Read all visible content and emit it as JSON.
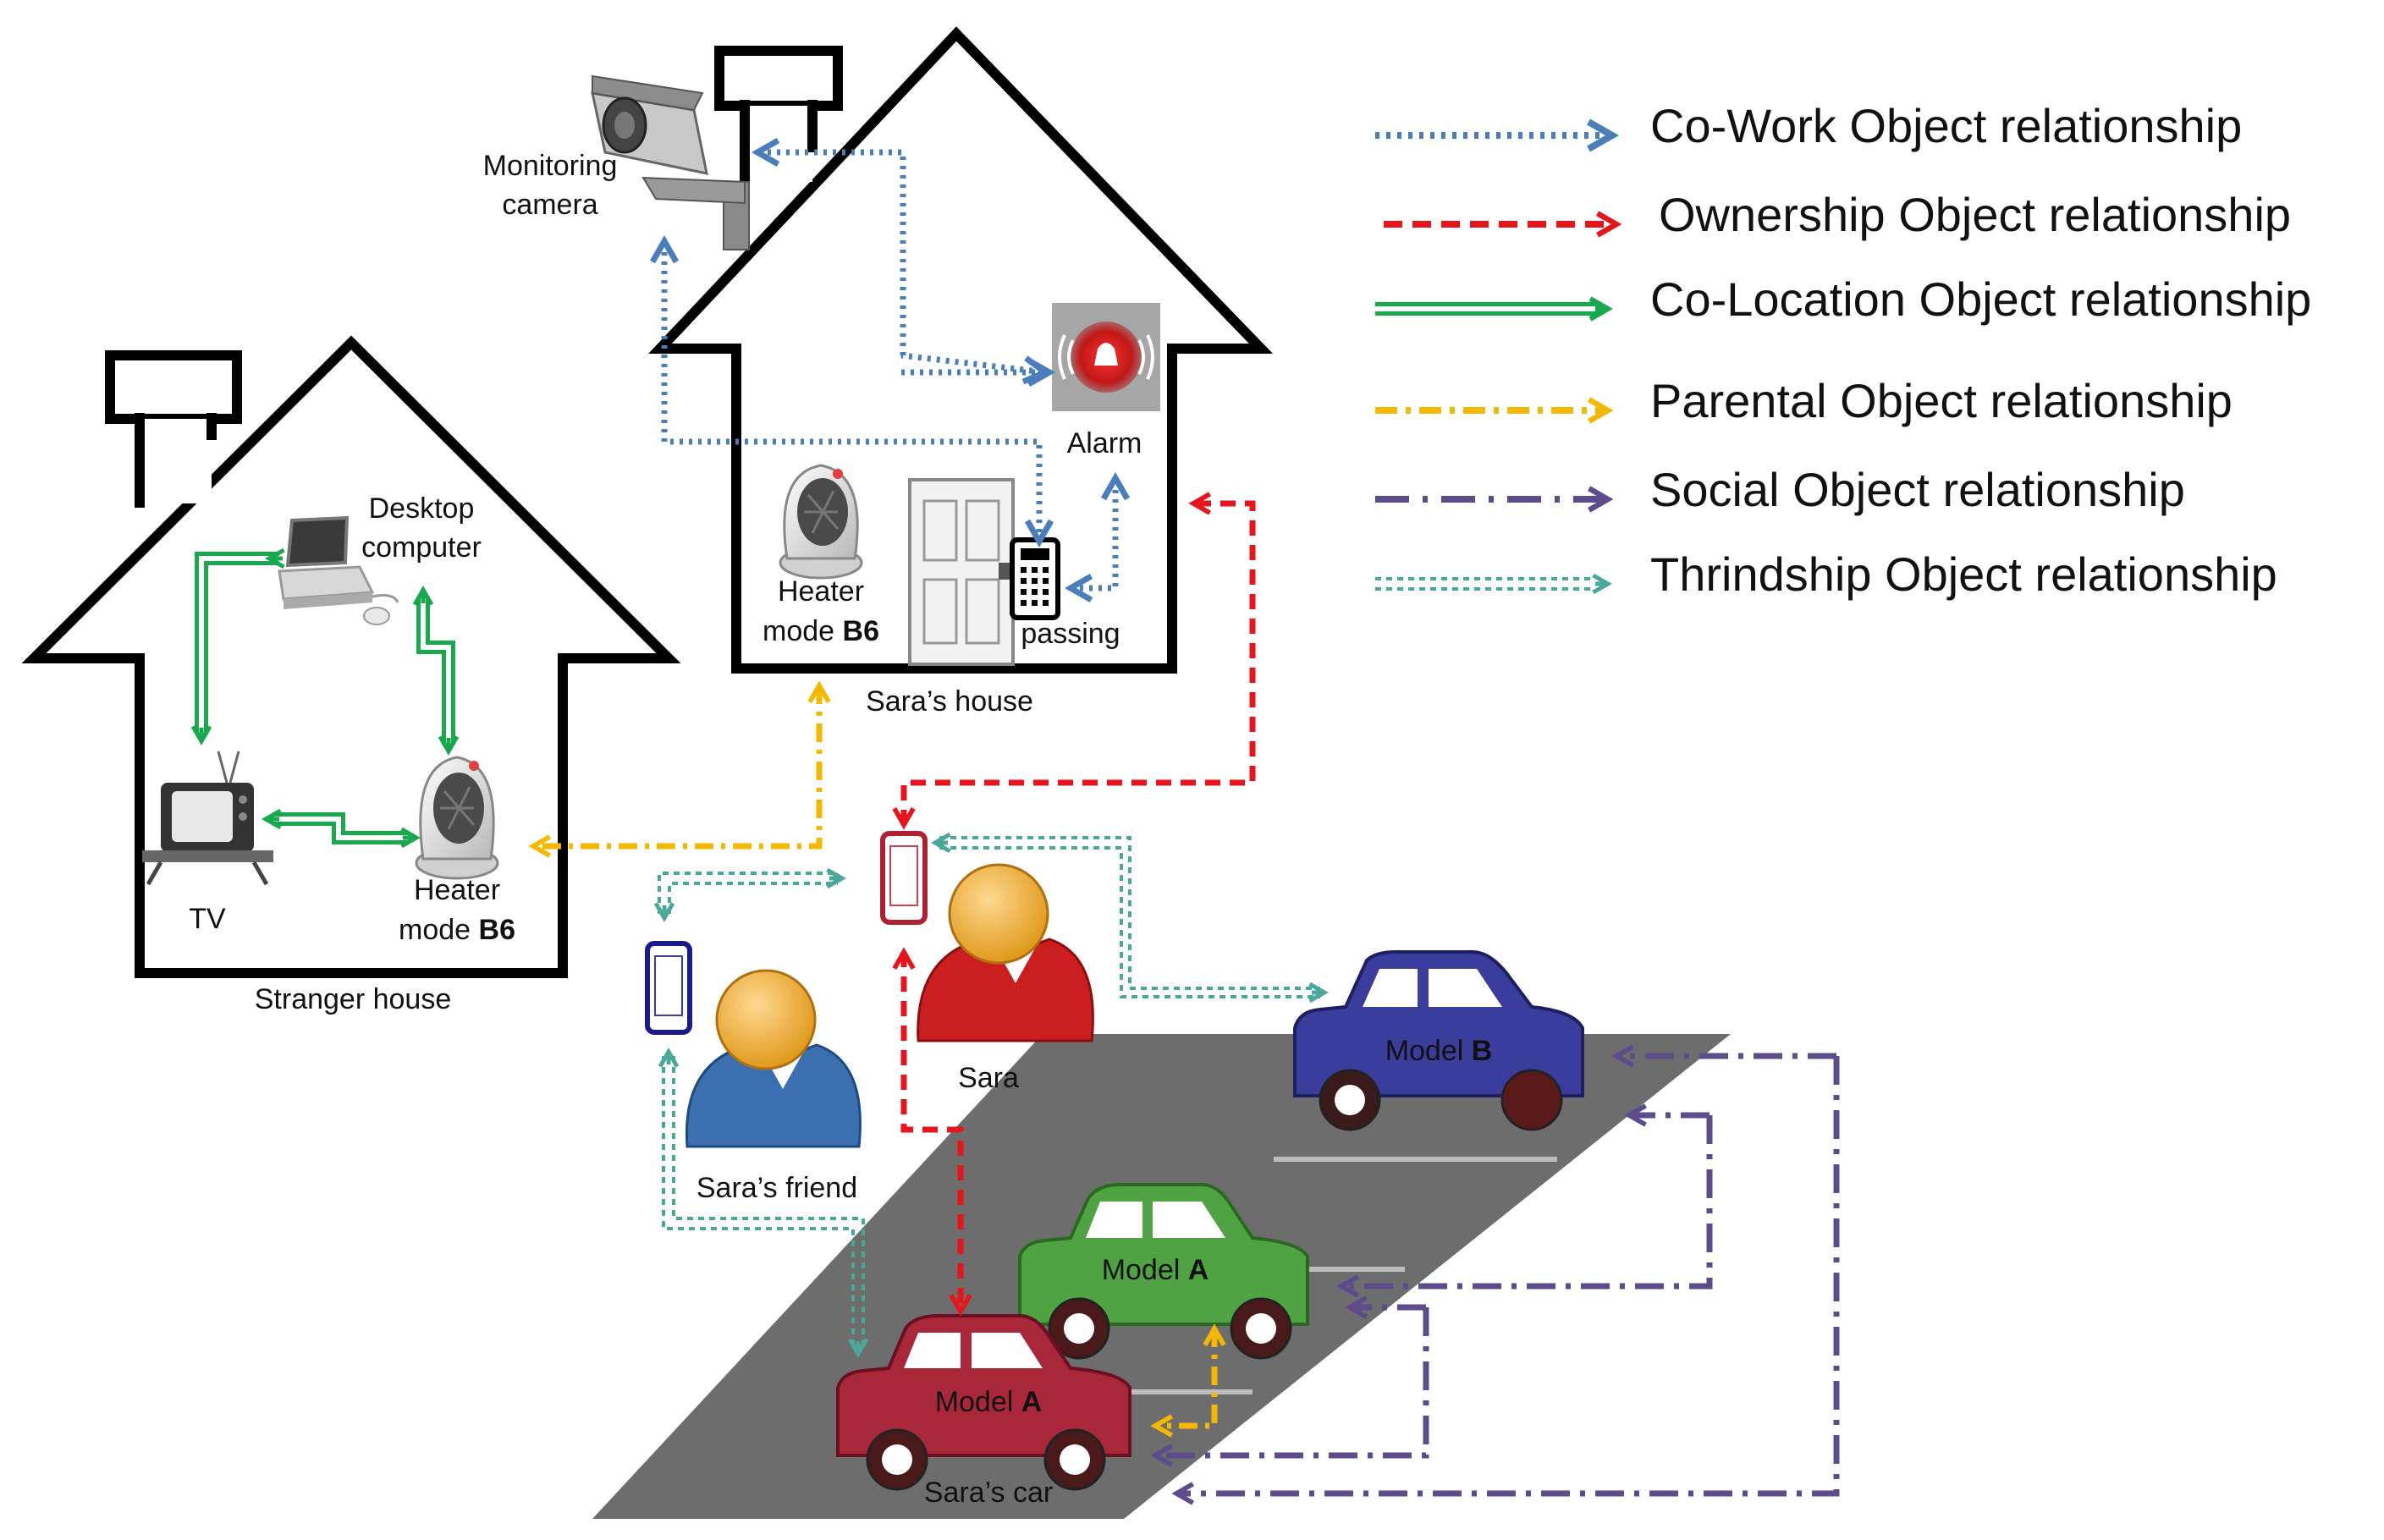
{
  "legend": [
    {
      "label": "Co-Work  Object relationship",
      "color": "#4a7ebb",
      "style": "dotted"
    },
    {
      "label": "Ownership  Object relationship",
      "color": "#e8141b",
      "style": "dashed"
    },
    {
      "label": "Co-Location  Object relationship",
      "color": "#1aa84e",
      "style": "double"
    },
    {
      "label": "Parental Object relationship",
      "color": "#f5b800",
      "style": "dashdot"
    },
    {
      "label": "Social Object relationship",
      "color": "#5e4b8b",
      "style": "dashdotlong"
    },
    {
      "label": "Thrindship Object relationship",
      "color": "#4aa89a",
      "style": "doubledotted"
    }
  ],
  "houses": {
    "stranger": {
      "caption": "Stranger house"
    },
    "sara": {
      "caption": "Sara’s house"
    }
  },
  "devices": {
    "monitoring_camera": {
      "line1": "Monitoring",
      "line2": "camera"
    },
    "alarm": {
      "label": "Alarm"
    },
    "passing": {
      "label": "passing"
    },
    "heater_sara": {
      "line1": "Heater",
      "line2_prefix": "mode ",
      "line2_bold": "B6"
    },
    "desktop": {
      "line1": "Desktop",
      "line2": "computer"
    },
    "tv": {
      "label": "TV"
    },
    "heater_stranger": {
      "line1": "Heater",
      "line2_prefix": "mode ",
      "line2_bold": "B6"
    }
  },
  "people": {
    "sara": {
      "label": "Sara"
    },
    "friend": {
      "label": "Sara’s friend"
    }
  },
  "cars": {
    "model_b": {
      "prefix": "Model ",
      "bold": "B"
    },
    "model_a_green": {
      "prefix": "Model ",
      "bold": "A"
    },
    "model_a_red": {
      "prefix": "Model ",
      "bold": "A"
    },
    "sara_car": {
      "label": "Sara’s car"
    }
  },
  "colors": {
    "cowork": "#4a7ebb",
    "ownership": "#e8141b",
    "colocation": "#1aa84e",
    "parental": "#f5b800",
    "social": "#5e4b8b",
    "thrindship": "#4aa89a",
    "car_blue": "#3a3d9c",
    "car_green": "#4fa342",
    "car_red": "#a8283a",
    "road": "#6d6d6d"
  }
}
